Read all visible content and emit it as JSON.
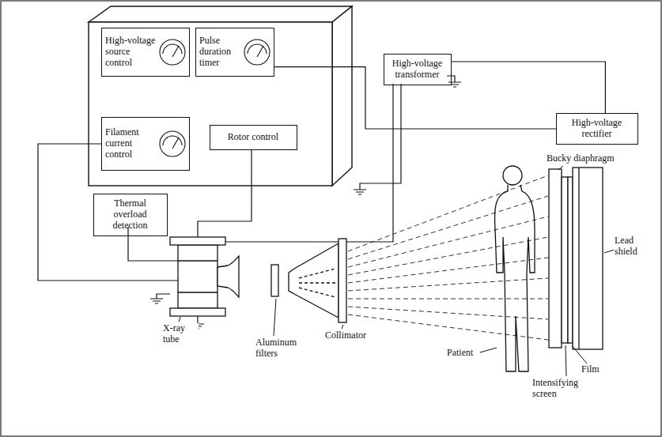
{
  "diagram": {
    "nodes": [
      {
        "text": [
          "High-voltage source control"
        ]
      },
      {
        "text": [
          "Pulse duration timer"
        ]
      },
      {
        "text": [
          "Filament current control"
        ]
      },
      {
        "text": [
          "Rotor control"
        ]
      },
      {
        "text": [
          "High-voltage transformer"
        ]
      },
      {
        "text": [
          "High-voltage rectifier"
        ]
      },
      {
        "text": [
          "Thermal overload detection"
        ]
      }
    ],
    "edges": [
      {
        "from": 1,
        "to": 5,
        "arrow": "none"
      },
      {
        "from": 4,
        "to": 5,
        "arrow": "none"
      }
    ],
    "labels": [
      "X-ray tube",
      "Aluminum filters",
      "Collimator",
      "Patient",
      "Bucky diaphragm",
      "Film",
      "Intensifying screen",
      "Lead shield"
    ]
  }
}
